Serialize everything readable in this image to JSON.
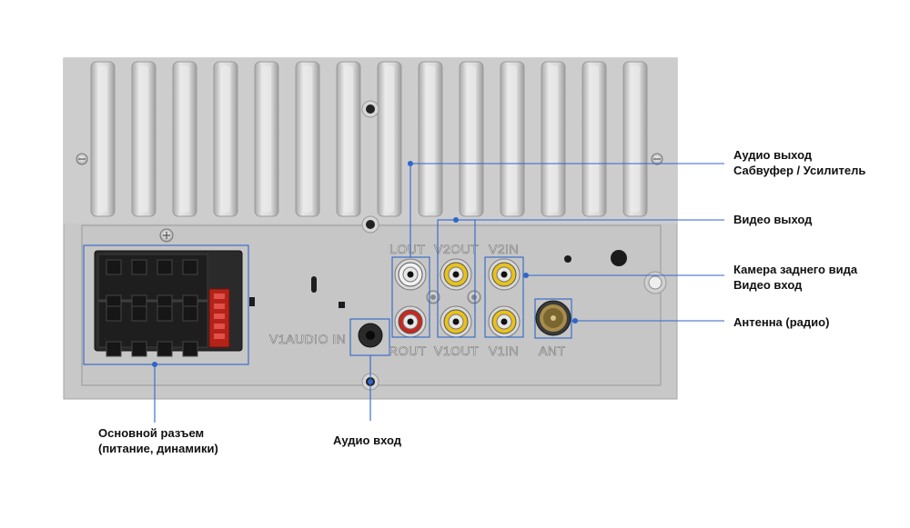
{
  "panel_labels": {
    "lout": "LOUT",
    "v2out": "V2OUT",
    "v2in": "V2IN",
    "rout": "ROUT",
    "v1out": "V1OUT",
    "v1in": "V1IN",
    "ant": "ANT",
    "v1audio_in": "V1AUDIO IN"
  },
  "callouts": {
    "audio_out": {
      "line1": "Аудио выход",
      "line2": "Сабвуфер / Усилитель"
    },
    "video_out": {
      "line1": "Видео выход"
    },
    "rear_camera": {
      "line1": "Камера заднего вида",
      "line2": "Видео вход"
    },
    "antenna": {
      "line1": "Антенна (радио)"
    },
    "main_connector": {
      "line1": "Основной разъем",
      "line2": "(питание, динамики)"
    },
    "audio_in": {
      "line1": "Аудио вход"
    }
  },
  "colors": {
    "callout_line": "#2f66c9",
    "rca_red": "#c8281e",
    "rca_yellow": "#e9c21a",
    "panel": "#c9c9c9"
  }
}
